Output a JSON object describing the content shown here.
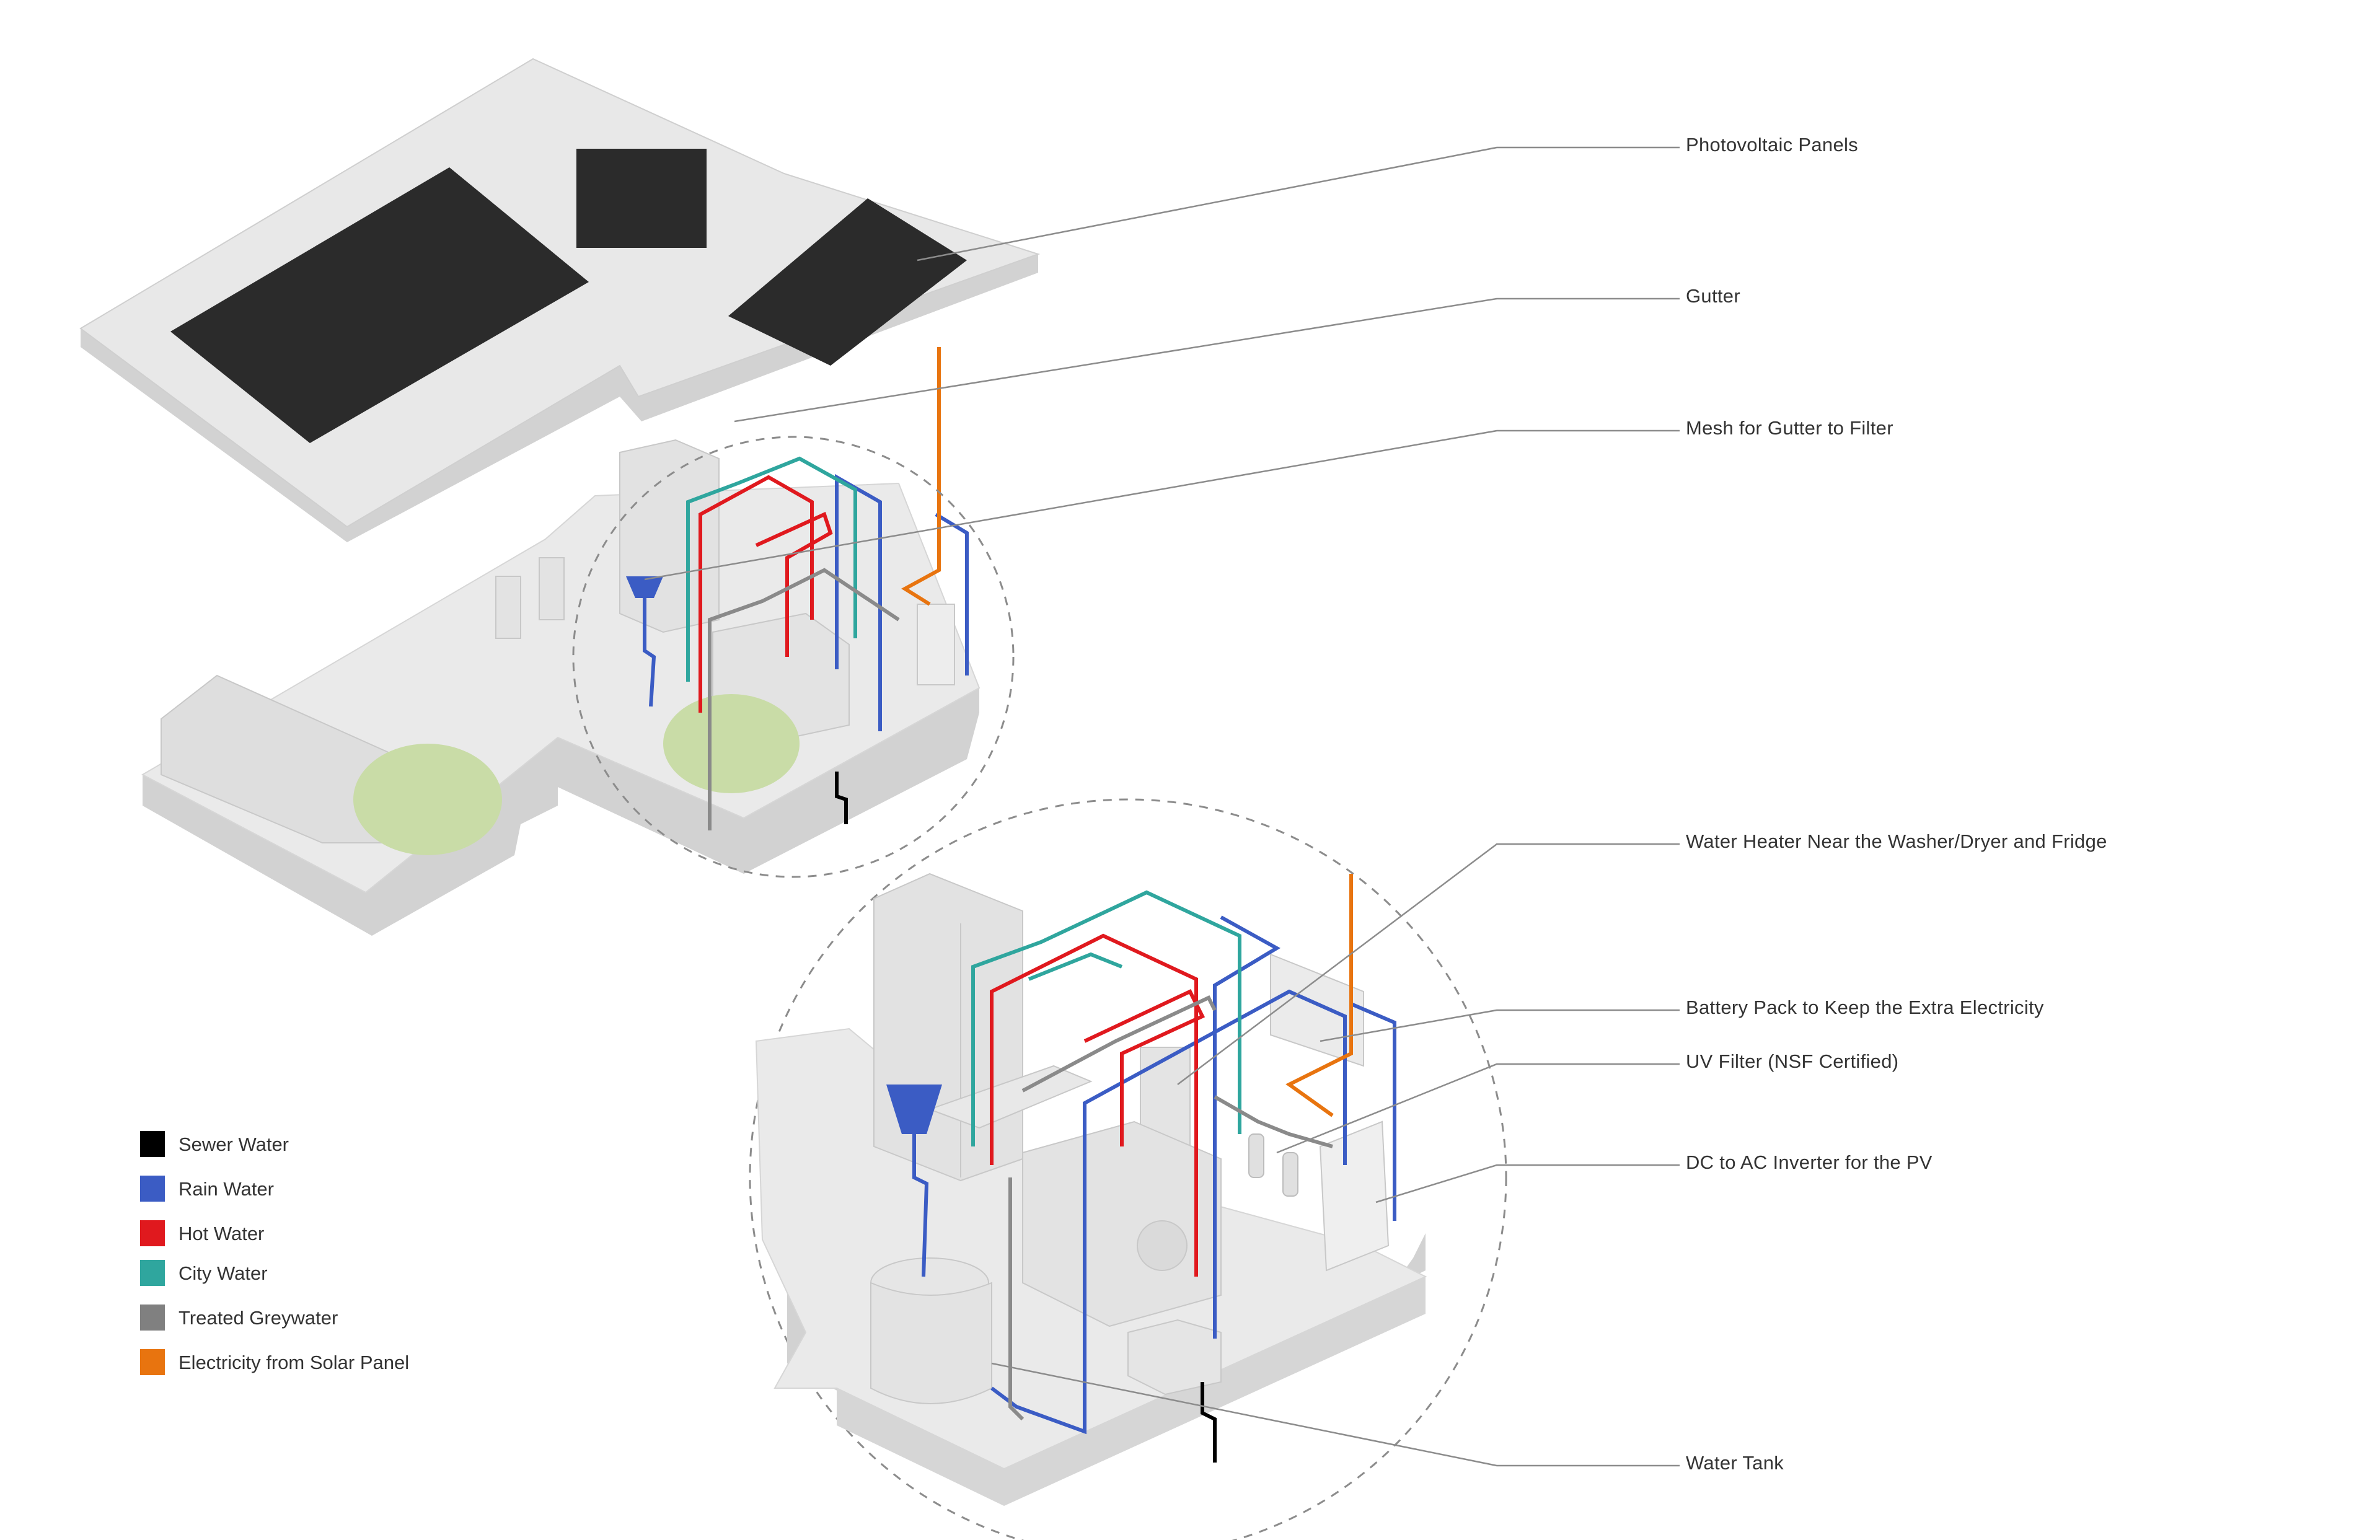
{
  "callouts": [
    {
      "key": "pv",
      "label": "Photovoltaic Panels"
    },
    {
      "key": "gutter",
      "label": "Gutter"
    },
    {
      "key": "mesh",
      "label": "Mesh for Gutter to Filter"
    },
    {
      "key": "heater",
      "label": "Water Heater Near the Washer/Dryer and Fridge"
    },
    {
      "key": "battery",
      "label": "Battery Pack to Keep the Extra Electricity"
    },
    {
      "key": "uv",
      "label": "UV Filter (NSF Certified)"
    },
    {
      "key": "inverter",
      "label": "DC to AC Inverter for the PV"
    },
    {
      "key": "tank",
      "label": "Water Tank"
    }
  ],
  "legend": [
    {
      "label": "Sewer Water",
      "color": "#000000"
    },
    {
      "label": "Rain Water",
      "color": "#3B5CC4"
    },
    {
      "label": "Hot Water",
      "color": "#E0191E"
    },
    {
      "label": "City Water",
      "color": "#2FA69E"
    },
    {
      "label": "Treated Greywater",
      "color": "#808080"
    },
    {
      "label": "Electricity from Solar Panel",
      "color": "#E8740F"
    }
  ],
  "colors": {
    "sewer": "#000000",
    "rain": "#3B5CC4",
    "hot": "#E0191E",
    "city": "#2FA69E",
    "grey": "#8A8A8A",
    "electric": "#E8740F",
    "panel": "#2B2B2B",
    "slab": "#E6E6E6",
    "slab_side": "#D2D2D2",
    "foliage": "#C9DCA7",
    "leader": "#8C8C8C"
  }
}
